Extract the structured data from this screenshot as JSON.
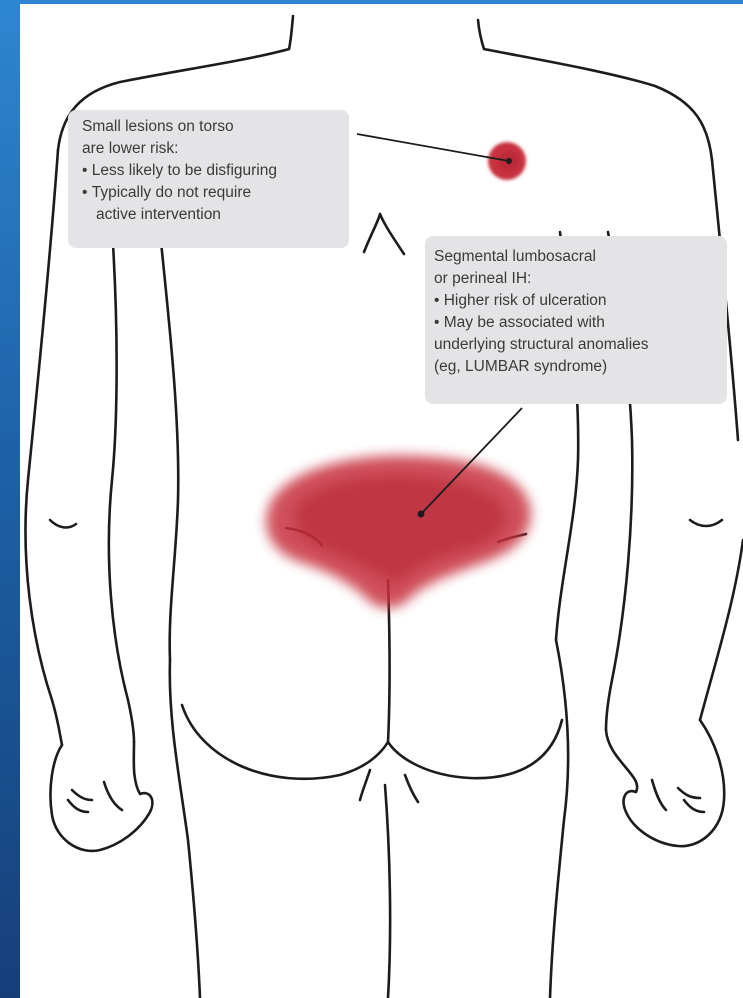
{
  "callouts": [
    {
      "lines": [
        {
          "text": "Small lesions on torso",
          "bullet": false,
          "indent": false
        },
        {
          "text": "are lower risk:",
          "bullet": false,
          "indent": false
        },
        {
          "text": "Less likely to be disfiguring",
          "bullet": true,
          "indent": false
        },
        {
          "text": "Typically do not require",
          "bullet": true,
          "indent": false
        },
        {
          "text": "active intervention",
          "bullet": false,
          "indent": true
        }
      ]
    },
    {
      "lines": [
        {
          "text": "Segmental lumbosacral",
          "bullet": false,
          "indent": false
        },
        {
          "text": "or perineal IH:",
          "bullet": false,
          "indent": false
        },
        {
          "text": "Higher risk of ulceration",
          "bullet": true,
          "indent": false
        },
        {
          "text": "May be associated with",
          "bullet": true,
          "indent": false
        },
        {
          "text": "underlying structural anomalies",
          "bullet": false,
          "indent": false
        },
        {
          "text": "(eg, LUMBAR syndrome)",
          "bullet": false,
          "indent": false
        }
      ]
    }
  ],
  "colors": {
    "lesion": "#c8323f",
    "lesion_core": "#b52535",
    "outline": "#1c1c1c",
    "callout_bg": "#e4e4e6",
    "frame_blue": "#1d62a8"
  }
}
